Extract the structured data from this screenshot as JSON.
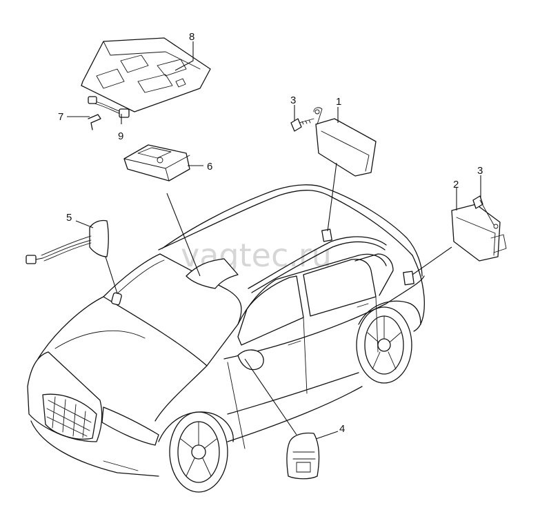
{
  "watermark": "vagtec.ru",
  "callouts": {
    "c1": "1",
    "c2": "2",
    "c3a": "3",
    "c3b": "3",
    "c4": "4",
    "c5": "5",
    "c6": "6",
    "c7": "7",
    "c8": "8",
    "c9": "9"
  }
}
